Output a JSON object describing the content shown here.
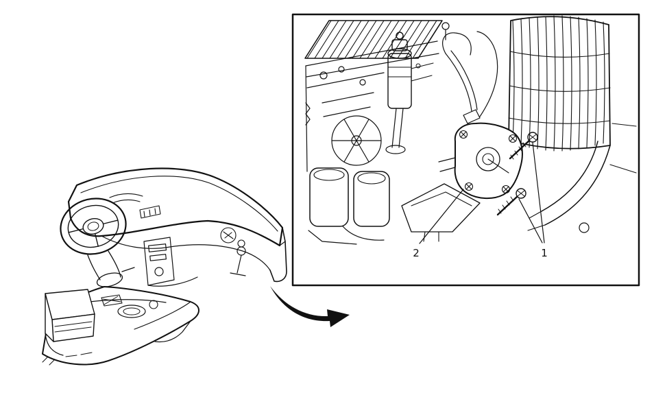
{
  "figure": {
    "kind": "service-manual-illustration",
    "callouts": {
      "one": "1",
      "two": "2"
    },
    "colors": {
      "line": "#111111",
      "background": "#ffffff"
    }
  }
}
